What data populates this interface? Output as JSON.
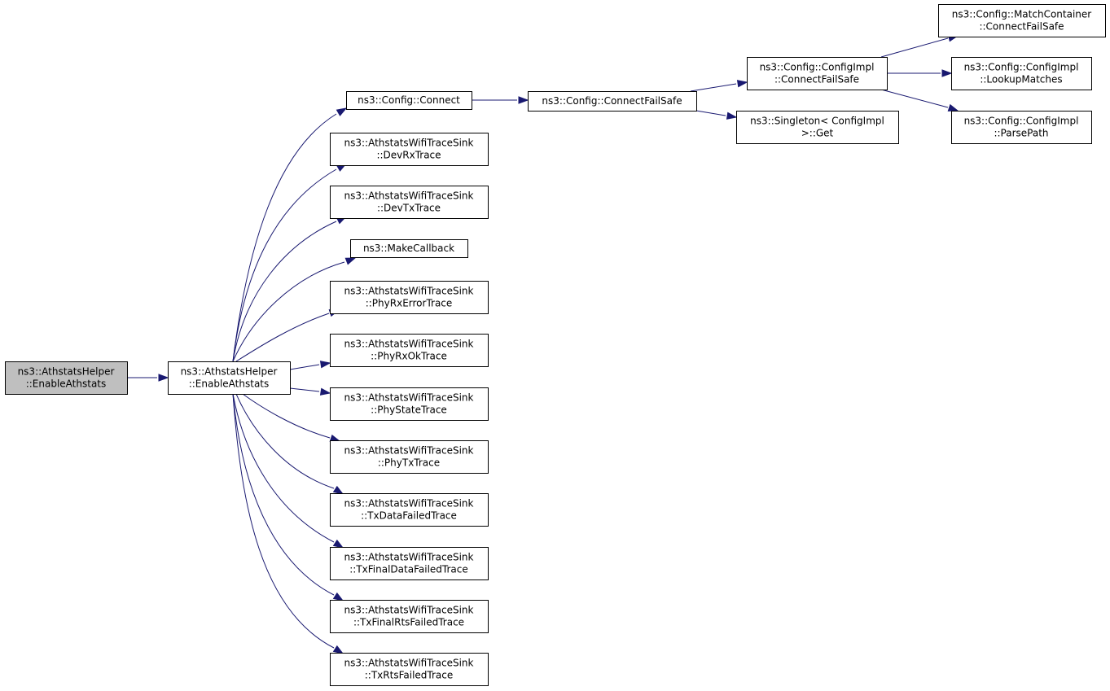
{
  "colors": {
    "edge": "#191970",
    "node_fill": "#ffffff",
    "root_fill": "#bfbfbf",
    "node_stroke": "#000000",
    "background": "#ffffff"
  },
  "graph": {
    "nodes": [
      {
        "id": "root",
        "lines": [
          "ns3::AthstatsHelper",
          "::EnableAthstats"
        ],
        "highlighted": true
      },
      {
        "id": "enable",
        "lines": [
          "ns3::AthstatsHelper",
          "::EnableAthstats"
        ]
      },
      {
        "id": "connect",
        "lines": [
          "ns3::Config::Connect"
        ]
      },
      {
        "id": "devrx",
        "lines": [
          "ns3::AthstatsWifiTraceSink",
          "::DevRxTrace"
        ]
      },
      {
        "id": "devtx",
        "lines": [
          "ns3::AthstatsWifiTraceSink",
          "::DevTxTrace"
        ]
      },
      {
        "id": "makecb",
        "lines": [
          "ns3::MakeCallback"
        ]
      },
      {
        "id": "phyrxerr",
        "lines": [
          "ns3::AthstatsWifiTraceSink",
          "::PhyRxErrorTrace"
        ]
      },
      {
        "id": "phyrxok",
        "lines": [
          "ns3::AthstatsWifiTraceSink",
          "::PhyRxOkTrace"
        ]
      },
      {
        "id": "phystate",
        "lines": [
          "ns3::AthstatsWifiTraceSink",
          "::PhyStateTrace"
        ]
      },
      {
        "id": "phytx",
        "lines": [
          "ns3::AthstatsWifiTraceSink",
          "::PhyTxTrace"
        ]
      },
      {
        "id": "txdata",
        "lines": [
          "ns3::AthstatsWifiTraceSink",
          "::TxDataFailedTrace"
        ]
      },
      {
        "id": "txfinaldata",
        "lines": [
          "ns3::AthstatsWifiTraceSink",
          "::TxFinalDataFailedTrace"
        ]
      },
      {
        "id": "txfinalrts",
        "lines": [
          "ns3::AthstatsWifiTraceSink",
          "::TxFinalRtsFailedTrace"
        ]
      },
      {
        "id": "txrts",
        "lines": [
          "ns3::AthstatsWifiTraceSink",
          "::TxRtsFailedTrace"
        ]
      },
      {
        "id": "connectfs",
        "lines": [
          "ns3::Config::ConnectFailSafe"
        ]
      },
      {
        "id": "cfgimpl_cfs",
        "lines": [
          "ns3::Config::ConfigImpl",
          "::ConnectFailSafe"
        ]
      },
      {
        "id": "singleton",
        "lines": [
          "ns3::Singleton< ConfigImpl",
          ">::Get"
        ]
      },
      {
        "id": "match_cfs",
        "lines": [
          "ns3::Config::MatchContainer",
          "::ConnectFailSafe"
        ]
      },
      {
        "id": "lookup",
        "lines": [
          "ns3::Config::ConfigImpl",
          "::LookupMatches"
        ]
      },
      {
        "id": "parsepath",
        "lines": [
          "ns3::Config::ConfigImpl",
          "::ParsePath"
        ]
      }
    ],
    "edges": [
      {
        "from": "root",
        "to": "enable"
      },
      {
        "from": "enable",
        "to": "connect"
      },
      {
        "from": "enable",
        "to": "devrx"
      },
      {
        "from": "enable",
        "to": "devtx"
      },
      {
        "from": "enable",
        "to": "makecb"
      },
      {
        "from": "enable",
        "to": "phyrxerr"
      },
      {
        "from": "enable",
        "to": "phyrxok"
      },
      {
        "from": "enable",
        "to": "phystate"
      },
      {
        "from": "enable",
        "to": "phytx"
      },
      {
        "from": "enable",
        "to": "txdata"
      },
      {
        "from": "enable",
        "to": "txfinaldata"
      },
      {
        "from": "enable",
        "to": "txfinalrts"
      },
      {
        "from": "enable",
        "to": "txrts"
      },
      {
        "from": "connect",
        "to": "connectfs"
      },
      {
        "from": "connectfs",
        "to": "cfgimpl_cfs"
      },
      {
        "from": "connectfs",
        "to": "singleton"
      },
      {
        "from": "cfgimpl_cfs",
        "to": "match_cfs"
      },
      {
        "from": "cfgimpl_cfs",
        "to": "lookup"
      },
      {
        "from": "cfgimpl_cfs",
        "to": "parsepath"
      }
    ]
  }
}
